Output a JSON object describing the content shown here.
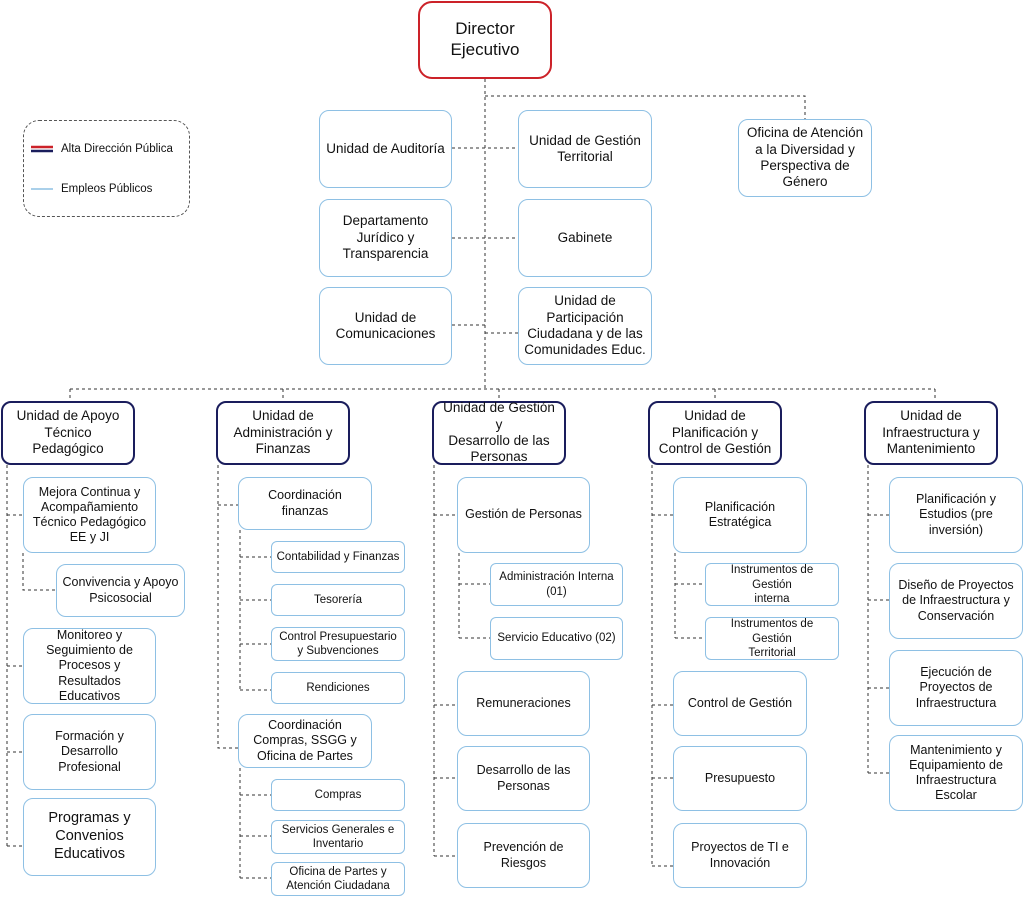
{
  "legend": {
    "alta_direccion": "Alta Dirección Pública",
    "empleos_publicos": "Empleos Públicos"
  },
  "colors": {
    "alta_direccion_red": "#cc2229",
    "alta_direccion_navy": "#1a1d5c",
    "empleos_publicos_blue": "#8ec0e4",
    "connector": "#333333"
  },
  "director": {
    "label": "Director\nEjecutivo"
  },
  "staff": {
    "auditoria": "Unidad de Auditoría",
    "gestion_territorial": "Unidad de Gestión\nTerritorial",
    "oficina_atencion": "Oficina de Atención\na la Diversidad y\nPerspectiva de\nGénero",
    "juridico": "Departamento\nJurídico y\nTransparencia",
    "gabinete": "Gabinete",
    "comunicaciones": "Unidad de\nComunicaciones",
    "participacion": "Unidad de\nParticipación\nCiudadana y de las\nComunidades Educ."
  },
  "departments": [
    {
      "label": "Unidad de Apoyo\nTécnico Pedagógico",
      "units": [
        "Mejora Continua y\nAcompañamiento\nTécnico Pedagógico\nEE y JI",
        "Convivencia y Apoyo\nPsicosocial",
        "Monitoreo y\nSeguimiento de\nProcesos y\nResultados\nEducativos",
        "Formación y\nDesarrollo\nProfesional",
        "Programas y\nConvenios\nEducativos"
      ]
    },
    {
      "label": "Unidad de\nAdministración y\nFinanzas",
      "units": [
        "Coordinación\nfinanzas",
        "Contabilidad y Finanzas",
        "Tesorería",
        "Control Presupuestario\ny Subvenciones",
        "Rendiciones",
        "Coordinación\nCompras, SSGG y\nOficina de Partes",
        "Compras",
        "Servicios Generales e\nInventario",
        "Oficina de Partes y\nAtención Ciudadana"
      ]
    },
    {
      "label": "Unidad de Gestión y\nDesarrollo de las\nPersonas",
      "units": [
        "Gestión de Personas",
        "Administración Interna\n(01)",
        "Servicio Educativo (02)",
        "Remuneraciones",
        "Desarrollo de las\nPersonas",
        "Prevención de\nRiesgos"
      ]
    },
    {
      "label": "Unidad de\nPlanificación y\nControl de Gestión",
      "units": [
        "Planificación\nEstratégica",
        "Instrumentos de Gestión\ninterna",
        "Instrumentos de Gestión\nTerritorial",
        "Control de Gestión",
        "Presupuesto",
        "Proyectos de TI e\nInnovación"
      ]
    },
    {
      "label": "Unidad de\nInfraestructura y\nMantenimiento",
      "units": [
        "Planificación y\nEstudios (pre\ninversión)",
        "Diseño de Proyectos\nde Infraestructura y\nConservación",
        "Ejecución de\nProyectos de\nInfraestructura",
        "Mantenimiento y\nEquipamiento de\nInfraestructura\nEscolar"
      ]
    }
  ]
}
